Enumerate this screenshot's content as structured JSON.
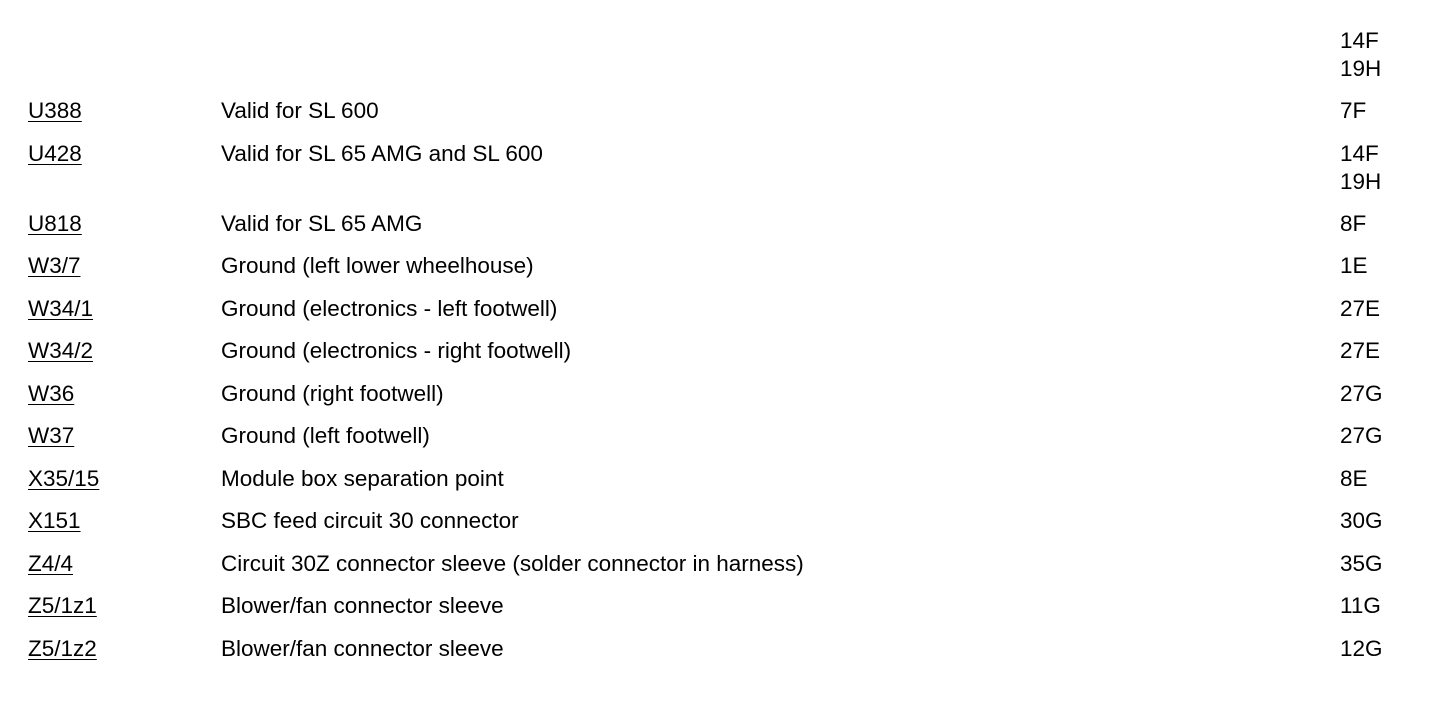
{
  "continuation": {
    "refs": [
      "14F",
      "19H"
    ]
  },
  "rows": [
    {
      "code": "U388",
      "desc": "Valid for SL 600",
      "refs": [
        "7F"
      ]
    },
    {
      "code": "U428",
      "desc": "Valid for SL 65 AMG and SL 600",
      "refs": [
        "14F",
        "19H"
      ]
    },
    {
      "code": "U818",
      "desc": "Valid for SL 65 AMG",
      "refs": [
        "8F"
      ]
    },
    {
      "code": "W3/7",
      "desc": "Ground (left lower wheelhouse)",
      "refs": [
        "1E"
      ]
    },
    {
      "code": "W34/1",
      "desc": "Ground (electronics - left footwell)",
      "refs": [
        "27E"
      ]
    },
    {
      "code": "W34/2",
      "desc": "Ground (electronics - right footwell)",
      "refs": [
        "27E"
      ]
    },
    {
      "code": "W36",
      "desc": "Ground (right footwell)",
      "refs": [
        "27G"
      ]
    },
    {
      "code": "W37",
      "desc": "Ground (left footwell)",
      "refs": [
        "27G"
      ]
    },
    {
      "code": "X35/15",
      "desc": "Module box separation point",
      "refs": [
        "8E"
      ]
    },
    {
      "code": "X151",
      "desc": "SBC feed circuit 30 connector",
      "refs": [
        "30G"
      ]
    },
    {
      "code": "Z4/4",
      "desc": "Circuit 30Z connector sleeve (solder connector in harness)",
      "refs": [
        "35G"
      ]
    },
    {
      "code": "Z5/1z1",
      "desc": "Blower/fan connector sleeve",
      "refs": [
        "11G"
      ]
    },
    {
      "code": "Z5/1z2",
      "desc": "Blower/fan connector sleeve",
      "refs": [
        "12G"
      ]
    }
  ]
}
